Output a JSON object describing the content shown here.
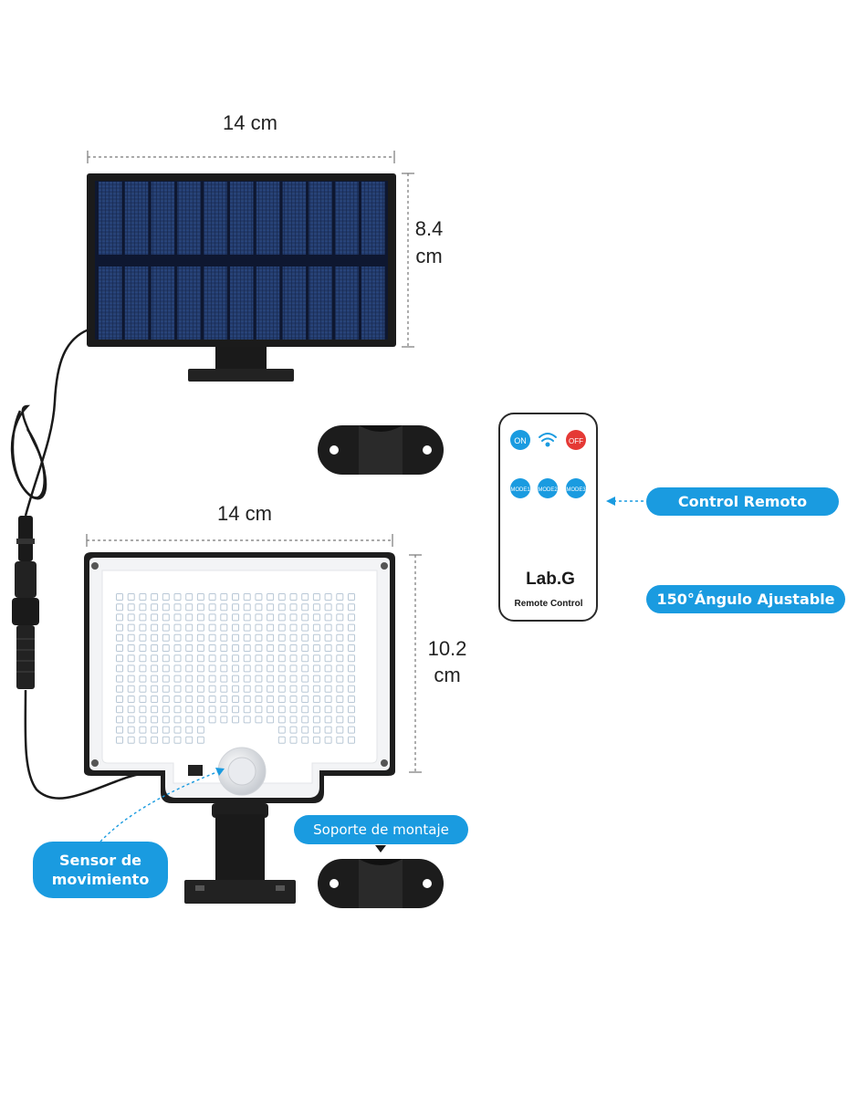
{
  "dimensions": {
    "panel_width": "14 cm",
    "panel_height_value": "8.4",
    "panel_height_unit": "cm",
    "lamp_width": "14 cm",
    "lamp_height_value": "10.2",
    "lamp_height_unit": "cm"
  },
  "remote": {
    "btn_on": "ON",
    "btn_off": "OFF",
    "btn_mode1": "MODE1",
    "btn_mode2": "MODE2",
    "btn_mode3": "MODE3",
    "brand": "Lab.G",
    "subtitle": "Remote Control"
  },
  "callouts": {
    "remote_label": "Control Remoto",
    "angle_label": "150°Ángulo Ajustable",
    "mount_label": "Soporte de montaje",
    "sensor_label_line1": "Sensor de",
    "sensor_label_line2": "movimiento"
  },
  "colors": {
    "accent": "#1a9be0",
    "panel_cell": "#1f3564",
    "frame": "#1a1a1a",
    "off_red": "#e53935"
  },
  "icons": [
    "wifi-signal-icon"
  ]
}
